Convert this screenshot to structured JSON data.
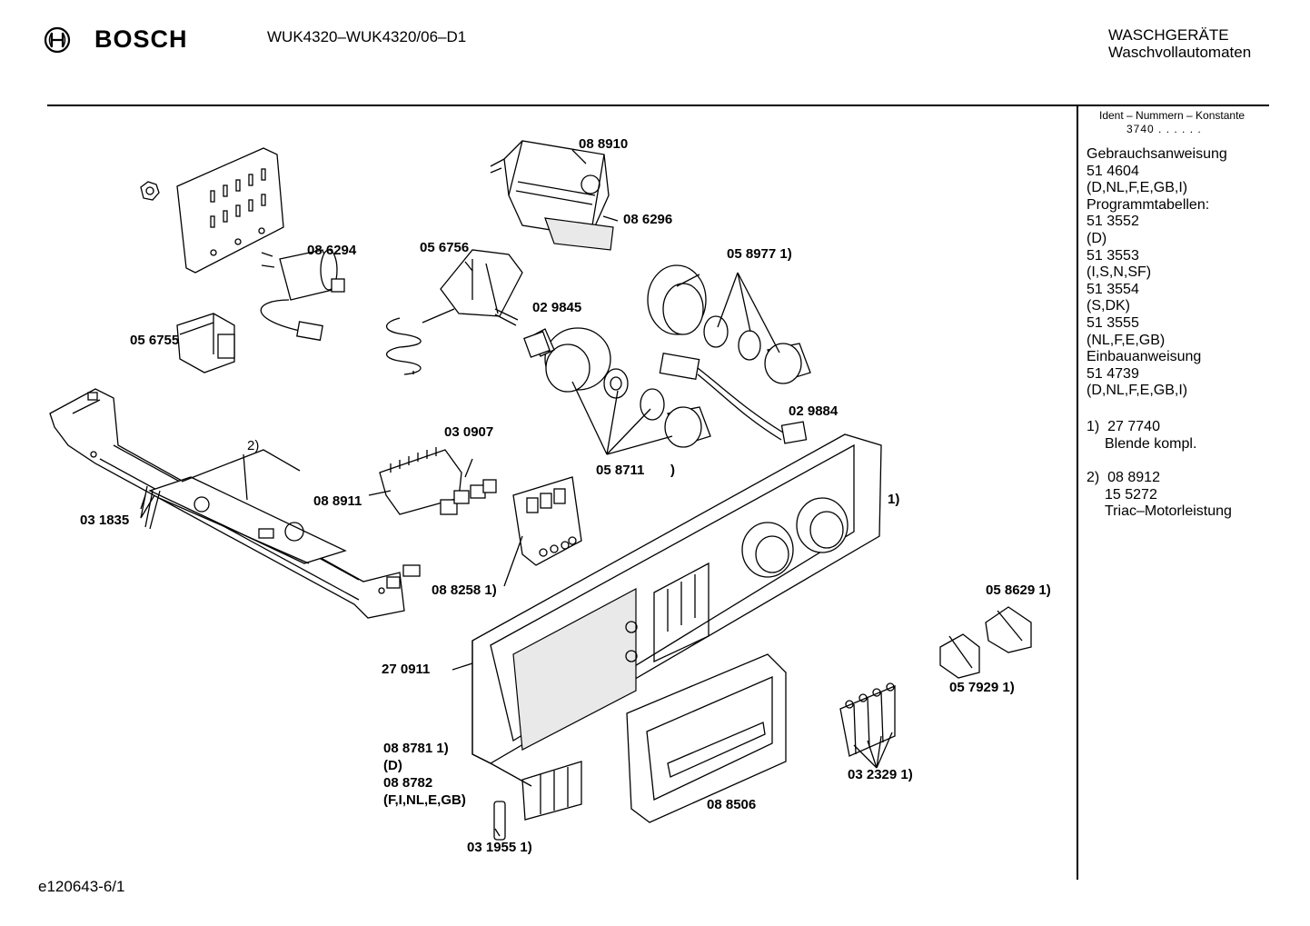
{
  "header": {
    "brand": "BOSCH",
    "model": "WUK4320–WUK4320/06–D1",
    "category_line1": "WASCHGERÄTE",
    "category_line2": "Waschvollautomaten"
  },
  "sidebar": {
    "ident_label": "Ident – Nummern – Konstante",
    "ident_value": "3740 . . . . . .",
    "lines": [
      "Gebrauchsanweisung",
      "51 4604",
      "(D,NL,F,E,GB,I)",
      "Programmtabellen:",
      "51 3552",
      "(D)",
      "51 3553",
      "(I,S,N,SF)",
      "51 3554",
      "(S,DK)",
      "51 3555",
      "(NL,F,E,GB)",
      "Einbauanweisung",
      "51 4739",
      "(D,NL,F,E,GB,I)"
    ],
    "notes": [
      {
        "marker": "1)",
        "lines": [
          "27 7740",
          "Blende kompl."
        ]
      },
      {
        "marker": "2)",
        "lines": [
          "08 8912",
          "15 5272",
          "Triac–Motorleistung"
        ]
      }
    ]
  },
  "parts": {
    "p088910": "08 8910",
    "p086296": "08 6296",
    "p086294": "08 6294",
    "p056756": "05 6756",
    "p029845": "02 9845",
    "p058977": "05 8977 1)",
    "p056755": "05 6755",
    "p029884": "02 9884",
    "p030907": "03 0907",
    "p088911": "08 8911",
    "p058711a": "05 8711",
    "p058711b": ")",
    "p031835": "03 1835",
    "p_note2": "2)",
    "p_note1": "1)",
    "p088258": "08 8258 1)",
    "p058629": "05 8629 1)",
    "p270911": "27 0911",
    "p057929": "05 7929 1)",
    "p088781": "08 8781 1)",
    "p088781_d": "(D)",
    "p088782": "08 8782",
    "p088782_c": "(F,I,NL,E,GB)",
    "p032329": "03 2329 1)",
    "p088506": "08 8506",
    "p031955": "03 1955 1)"
  },
  "footer": {
    "code": "e120643-6/1"
  }
}
